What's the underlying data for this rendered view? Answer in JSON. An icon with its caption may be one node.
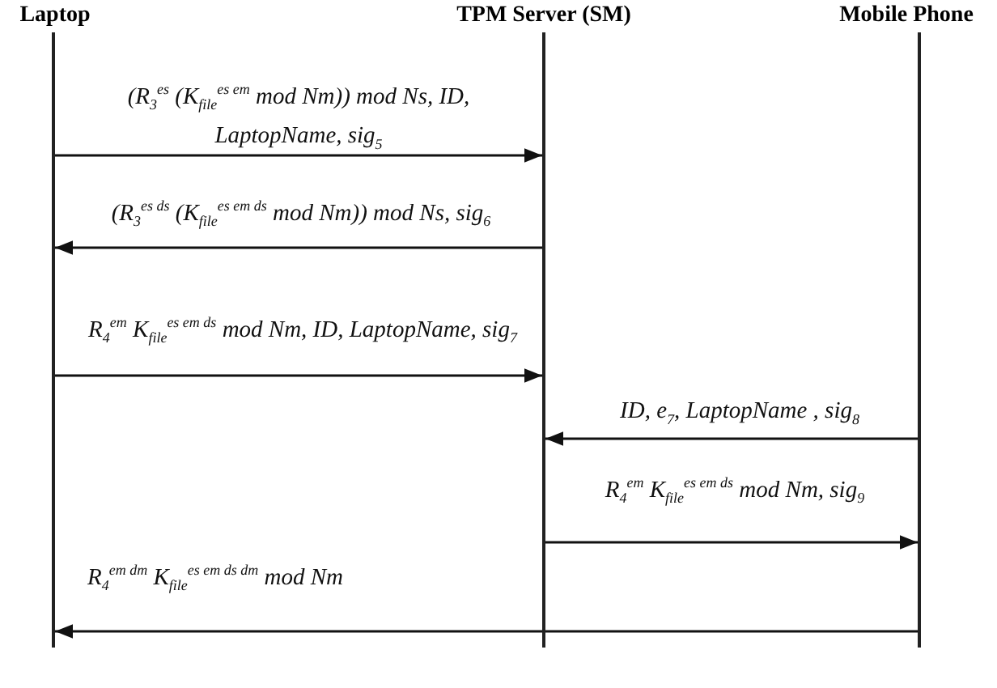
{
  "diagram": {
    "nodes": [
      {
        "text": [
          "Laptop"
        ]
      },
      {
        "text": [
          "TPM Server (SM)"
        ]
      },
      {
        "text": [
          "Mobile Phone"
        ]
      }
    ],
    "edges": [
      {
        "from": 0,
        "to": 1,
        "arrow": "to",
        "label": "(R$_{3}$$^{es}$ (K$_{file}$$^{es em}$ mod Nm)) mod Ns, ID, LaptopName, sig$_{5}$"
      },
      {
        "from": 1,
        "to": 0,
        "arrow": "to",
        "label": "(R$_{3}$$^{es ds}$ (K$_{file}$$^{es em ds}$ mod Nm)) mod Ns, sig$_{6}$"
      },
      {
        "from": 0,
        "to": 1,
        "arrow": "to",
        "label": "R$_{4}$$^{em}$ K$_{file}$$^{es em ds}$ mod Nm, ID, LaptopName, sig$_{7}$"
      },
      {
        "from": 2,
        "to": 1,
        "arrow": "to",
        "label": "ID, e$_{7}$, LaptopName , sig$_{8}$"
      },
      {
        "from": 1,
        "to": 2,
        "arrow": "to",
        "label": "R$_{4}$$^{em}$ K$_{file}$$^{es em ds}$ mod Nm, sig$_{9}$"
      },
      {
        "from": 2,
        "to": 0,
        "arrow": "to",
        "label": "R$_{4}$$^{em dm}$ K$_{file}$$^{es em ds dm}$ mod Nm"
      }
    ]
  }
}
